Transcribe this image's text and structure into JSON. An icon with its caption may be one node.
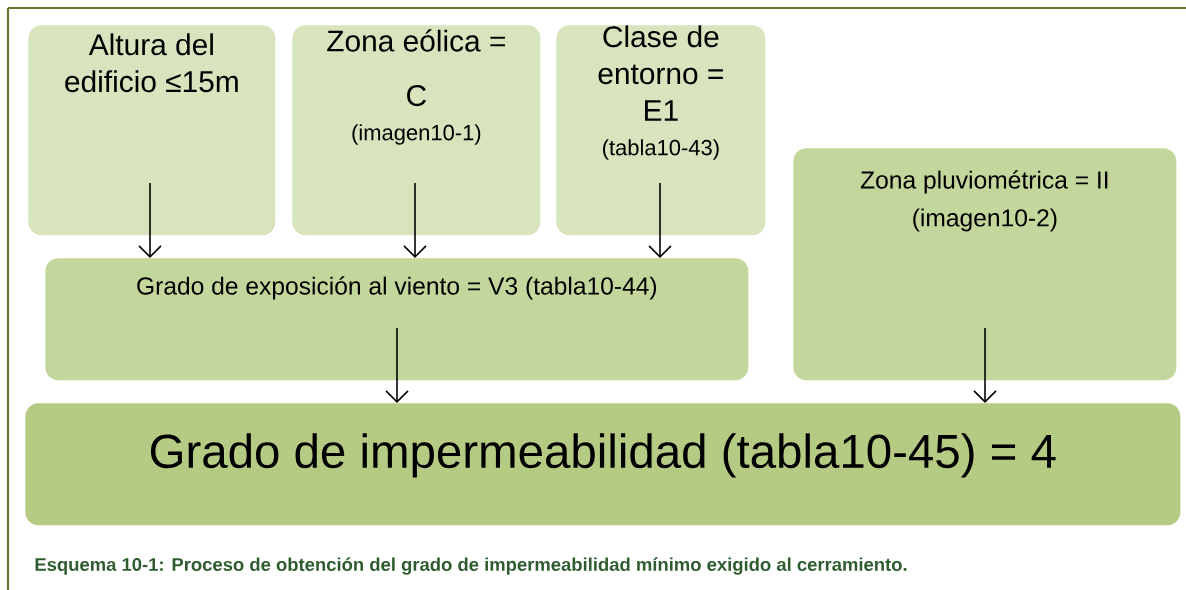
{
  "diagram": {
    "caption": "Esquema 10-1: Proceso de obtención del grado de impermeabilidad mínimo exigido al cerramiento.",
    "nodes": [
      {
        "text": [
          "Altura del edificio ≤15m"
        ]
      },
      {
        "text": [
          "Zona eólica = C",
          "(imagen10-1)"
        ]
      },
      {
        "text": [
          "Clase de entorno = E1",
          "(tabla10-43)"
        ]
      },
      {
        "text": [
          "Zona pluviométrica = II",
          "(imagen10-2)"
        ]
      },
      {
        "text": [
          "Grado de exposición al viento = V3 (tabla10-44)"
        ]
      },
      {
        "text": [
          "Grado de impermeabilidad (tabla10-45) = 4"
        ]
      }
    ],
    "edges": [
      {
        "from": 0,
        "to": 4,
        "arrow": "to"
      },
      {
        "from": 1,
        "to": 4,
        "arrow": "to"
      },
      {
        "from": 2,
        "to": 4,
        "arrow": "to"
      },
      {
        "from": 4,
        "to": 5,
        "arrow": "to"
      },
      {
        "from": 3,
        "to": 5,
        "arrow": "to"
      }
    ]
  }
}
